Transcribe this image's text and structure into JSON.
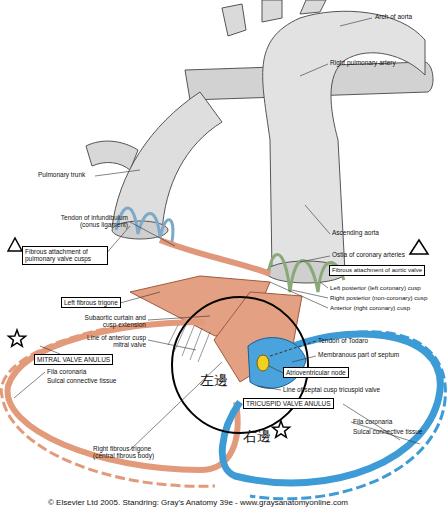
{
  "diagram": {
    "nodes": [
      {
        "text": [
          "Fibrous attachment of pulmonary valve cusps"
        ]
      },
      {
        "text": [
          "Fibrous attachment of aortic valve"
        ]
      },
      {
        "text": [
          "Left fibrous trigone"
        ]
      },
      {
        "text": [
          "MITRAL VALVE ANULUS"
        ]
      },
      {
        "text": [
          "Atrioventricular node"
        ]
      },
      {
        "text": [
          "TRICUSPID VALVE ANULUS"
        ]
      }
    ],
    "labels": [
      "Arch of aorta",
      "Right pulmonary artery",
      "Pulmonary trunk",
      "Tendon of infundibulum (conus ligament)",
      "Ascending aorta",
      "Ostia of coronary arteries",
      "Left posterior (left coronary) cusp",
      "Right posterior (non-coronary) cusp",
      "Anterior (right coronary) cusp",
      "Subaortic curtain and cusp extension",
      "Line of anterior cusp mitral valve",
      "Tendon of Todaro",
      "Membranous part of septum",
      "Fila coronaria",
      "Sulcal connective tissue",
      "左邊",
      "Line of septal cusp tricuspid valve",
      "右邊",
      "Fila coronaria",
      "Sulcal connective tissue",
      "Right fibrous trigone (central fibrous body)",
      "© Elsevier Ltd 2005. Standring: Gray's Anatomy 39e - www.graysanatomyonline.com"
    ]
  }
}
